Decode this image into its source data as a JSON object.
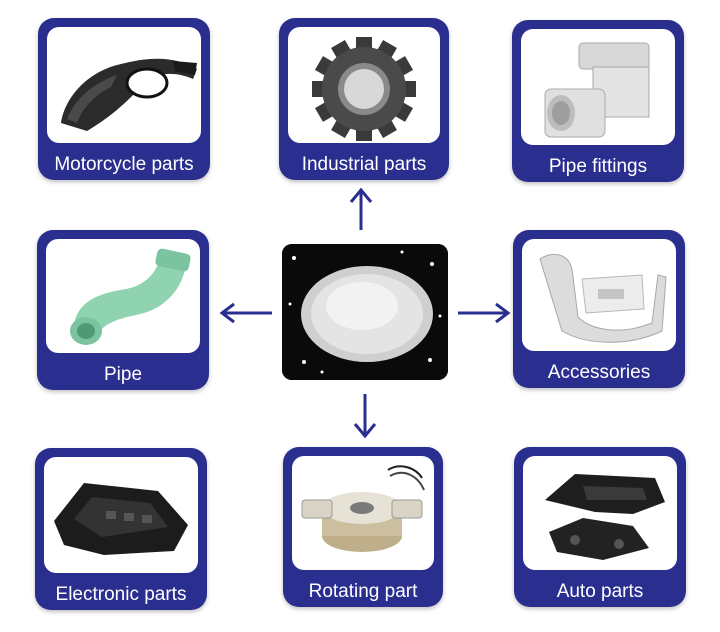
{
  "colors": {
    "card_frame": "#2a2f8f",
    "arrow": "#2a2f8f",
    "label_text": "#ffffff"
  },
  "center": {
    "image": "white-pellets-photo"
  },
  "cards": {
    "motorcycle": {
      "label": "Motorcycle parts",
      "image": "carbon-motorcycle-fairing-photo"
    },
    "industrial": {
      "label": "Industrial parts",
      "image": "spur-gear-photo"
    },
    "pipe_fittings": {
      "label": "Pipe fittings",
      "image": "pipe-elbow-fitting-photo"
    },
    "pipe": {
      "label": "Pipe",
      "image": "green-pipe-elbow-photo"
    },
    "accessories": {
      "label": "Accessories",
      "image": "plastic-housing-photo"
    },
    "electronic": {
      "label": "Electronic parts",
      "image": "black-electronic-frame-photo"
    },
    "rotating": {
      "label": "Rotating part",
      "image": "motor-rotor-photo"
    },
    "auto": {
      "label": "Auto parts",
      "image": "black-auto-bracket-photo"
    }
  }
}
